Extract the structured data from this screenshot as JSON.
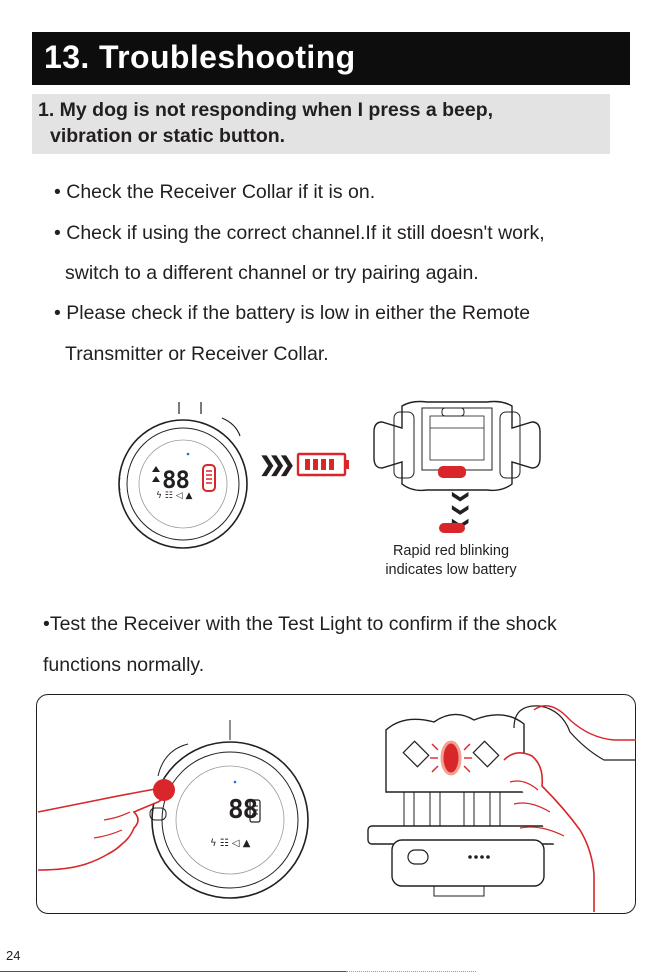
{
  "header": {
    "title": "13. Troubleshooting",
    "subheading_line1": "1. My dog is not responding when I press a beep,",
    "subheading_line2": "vibration or static button."
  },
  "bullets": [
    {
      "line1": "• Check the Receiver Collar if it is on."
    },
    {
      "line1": "• Check if using the correct channel.If it still doesn't work,",
      "line2": "switch to a different channel or try pairing again."
    },
    {
      "line1": "• Please check if the battery is low in either the Remote",
      "line2": "Transmitter or Receiver Collar."
    }
  ],
  "figure1": {
    "caption_line1": "Rapid red blinking",
    "caption_line2": "indicates low battery",
    "remote_display_digits": "88",
    "arrows": "❯❯❯",
    "down_arrows": "❯❯❯"
  },
  "test_note": {
    "line1": "•Test the Receiver with the Test Light to confirm if the shock",
    "line2": "functions normally."
  },
  "figure2": {
    "remote_display_digits": "88"
  },
  "footer": {
    "page_number": "24"
  },
  "colors": {
    "accent_red": "#d9262a",
    "title_bg": "#0d0d0d",
    "subhead_bg": "#e3e3e3",
    "text": "#231f20"
  }
}
